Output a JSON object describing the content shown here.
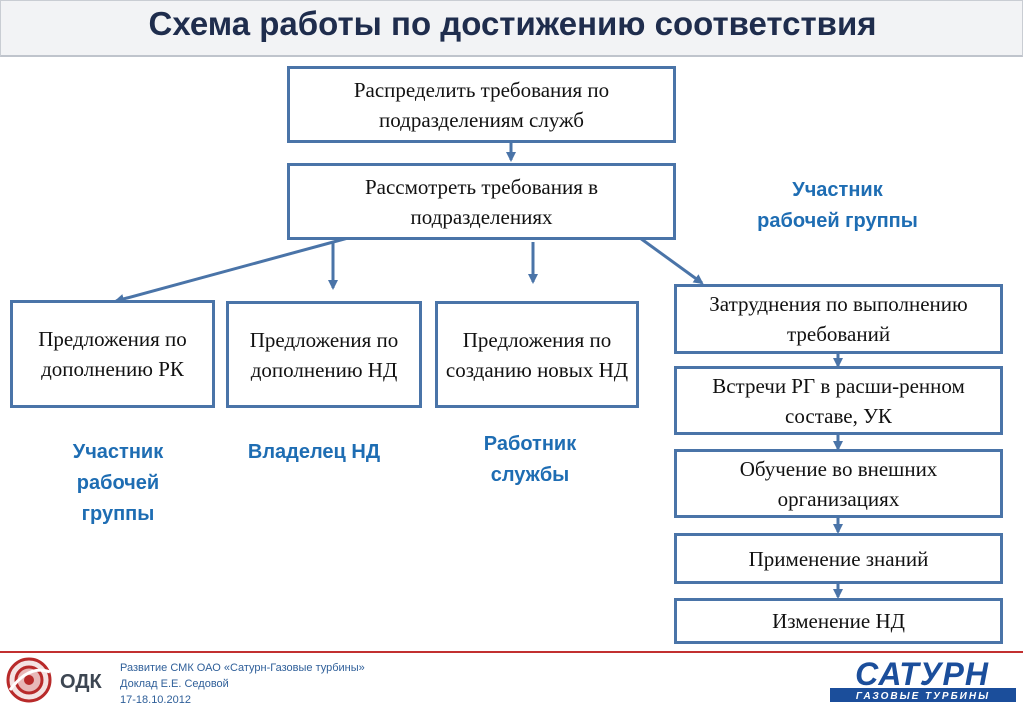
{
  "title": "Схема работы по достижению соответствия",
  "boxes": {
    "distribute": "Распределить требования по подразделениям служб",
    "review": "Рассмотреть требования в подразделениях",
    "prop_rk": "Предложения по дополнению РК",
    "prop_nd": "Предложения по дополнению НД",
    "prop_new": "Предложения по созданию новых НД",
    "difficulties": "Затруднения по выполнению требований",
    "meetings": "Встречи РГ в расши-ренном составе, УК",
    "training": "Обучение во внешних организациях",
    "applying": "Применение знаний",
    "change_nd": "Изменение НД"
  },
  "roles": {
    "wg_member_right": "Участник рабочей группы",
    "wg_member_left": "Участник рабочей группы",
    "nd_owner": "Владелец НД",
    "service_worker": "Работник службы"
  },
  "footer": {
    "line1": "Развитие СМК ОАО «Сатурн-Газовые турбины»",
    "line2": "Доклад Е.Е. Седовой",
    "line3": "17-18.10.2012"
  },
  "logos": {
    "odk": "ОДК",
    "saturn": "САТУРН",
    "saturn_sub": "ГАЗОВЫЕ ТУРБИНЫ"
  },
  "colors": {
    "box_border": "#4a74a8",
    "arrow": "#4a74a8",
    "role_text": "#1e6db3",
    "title_text": "#1f2d4d",
    "footer_line": "#c23030",
    "saturn_brand": "#1b4e9b"
  }
}
